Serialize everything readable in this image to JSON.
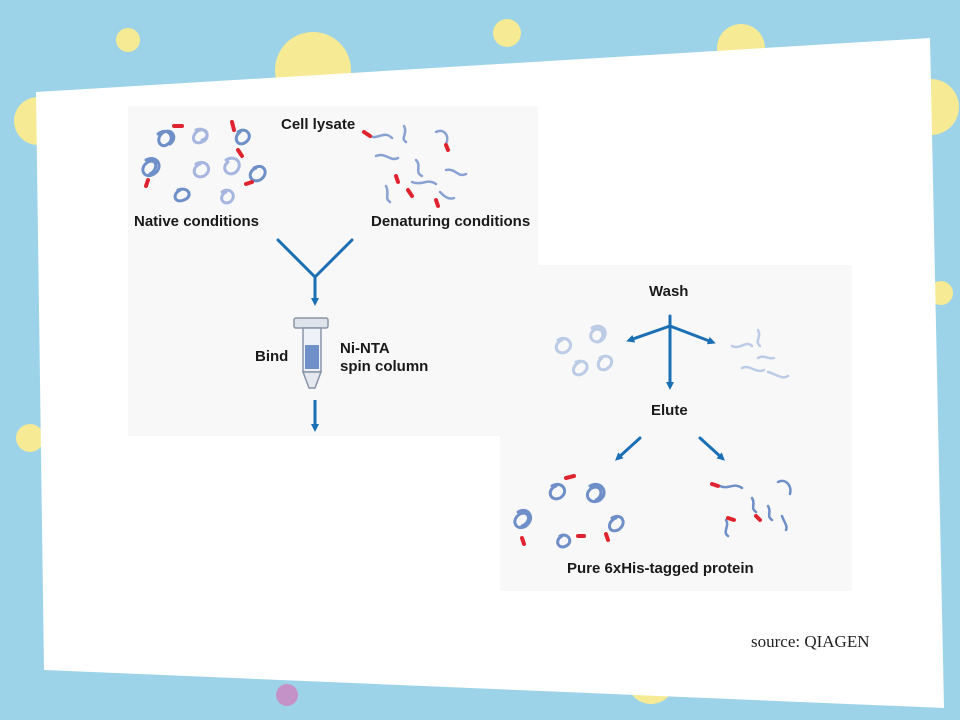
{
  "diagram": {
    "cell_lysate": "Cell lysate",
    "native_conditions": "Native conditions",
    "denaturing_conditions": "Denaturing conditions",
    "bind": "Bind",
    "column_line1": "Ni-NTA",
    "column_line2": "spin column",
    "wash": "Wash",
    "elute": "Elute",
    "pure_protein": "Pure 6xHis-tagged protein"
  },
  "source": "source: QIAGEN",
  "colors": {
    "background": "#9dd3e8",
    "dot_yellow": "#f6ea94",
    "dot_pink": "#c592c7",
    "arrow_blue": "#1a6fb5",
    "protein_blue": "#6f8fc8",
    "protein_faded": "#bccbe6",
    "his_tag_red": "#e0242f"
  }
}
